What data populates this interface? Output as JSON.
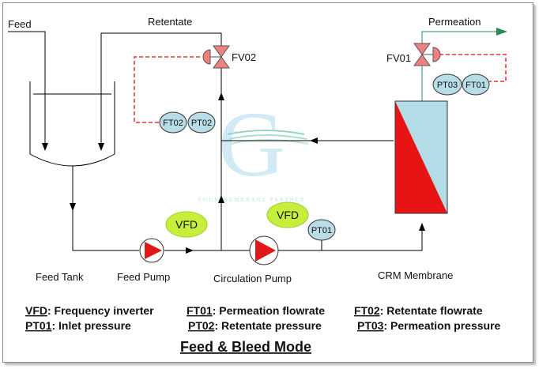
{
  "labels": {
    "feed": "Feed",
    "retentate": "Retentate",
    "permeation": "Permeation",
    "feed_tank": "Feed  Tank",
    "feed_pump": "Feed Pump",
    "circulation_pump": "Circulation Pump",
    "crm_membrane": "CRM Membrane"
  },
  "instruments": {
    "fv01": "FV01",
    "fv02": "FV02",
    "ft01": "FT01",
    "ft02": "FT02",
    "pt01": "PT01",
    "pt02": "PT02",
    "pt03": "PT03",
    "vfd": "VFD"
  },
  "watermark": {
    "letter": "G",
    "tagline": "YOUR MEMBRANE PARTNER"
  },
  "legend": {
    "vfd_key": "VFD",
    "vfd_desc": ":  Frequency inverter",
    "ft01_key": "FT01",
    "ft01_desc": ": Permeation flowrate",
    "ft02_key": "FT02",
    "ft02_desc": ": Retentate flowrate",
    "pt01_key": "PT01",
    "pt01_desc": ": Inlet pressure",
    "pt02_key": "PT02",
    "pt02_desc": ": Retentate pressure",
    "pt03_key": "PT03",
    "pt03_desc": ": Permeation pressure"
  },
  "title": "Feed & Bleed Mode",
  "colors": {
    "valve": "#f08080",
    "signal": "#e8322a",
    "instrument": "#b8dde6",
    "vfd": "#c8ee3c",
    "pump": "#e01818",
    "membrane_red": "#e81414",
    "membrane_blue": "#b4dce6",
    "permeate_line": "#2a8a5a"
  }
}
